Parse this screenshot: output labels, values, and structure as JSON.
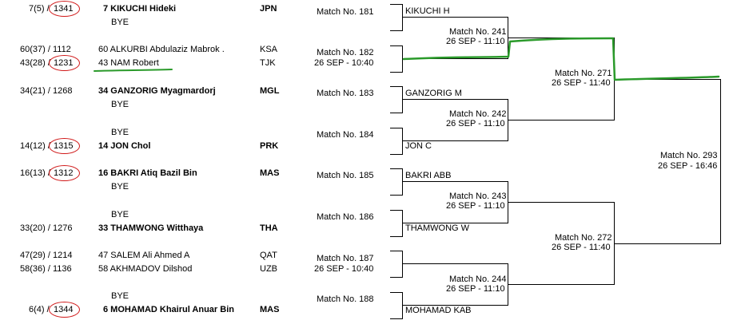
{
  "entries": [
    {
      "seed": "7(5) /",
      "rating": "1341",
      "name": "7 KIKUCHI Hideki",
      "country": "JPN",
      "bold": true
    },
    {
      "bye": "BYE"
    },
    {
      "seed": "60(37) / 1112",
      "name": "60 ALKURBI Abdulaziz Mabrok .",
      "country": "KSA"
    },
    {
      "seed": "43(28) /",
      "rating": "1231",
      "name": "43 NAM Robert",
      "country": "TJK"
    },
    {
      "seed": "34(21) / 1268",
      "name": "34 GANZORIG Myagmardorj",
      "country": "MGL",
      "bold": true
    },
    {
      "bye": "BYE"
    },
    {
      "bye": "BYE"
    },
    {
      "seed": "14(12) /",
      "rating": "1315",
      "name": "14 JON Chol",
      "country": "PRK",
      "bold": true
    },
    {
      "seed": "16(13) /",
      "rating": "1312",
      "name": "16 BAKRI Atiq Bazil Bin",
      "country": "MAS",
      "bold": true
    },
    {
      "bye": "BYE"
    },
    {
      "bye": "BYE"
    },
    {
      "seed": "33(20) / 1276",
      "name": "33 THAMWONG Witthaya",
      "country": "THA",
      "bold": true
    },
    {
      "seed": "47(29) / 1214",
      "name": "47 SALEM Ali Ahmed A",
      "country": "QAT"
    },
    {
      "seed": "58(36) / 1136",
      "name": "58 AKHMADOV Dilshod",
      "country": "UZB"
    },
    {
      "bye": "BYE"
    },
    {
      "seed": "6(4) /",
      "rating": "1344",
      "name": "6 MOHAMAD Khairul Anuar Bin",
      "country": "MAS",
      "bold": true
    }
  ],
  "round1": [
    {
      "match": "Match No. 181",
      "time": "",
      "winner": "KIKUCHI H"
    },
    {
      "match": "Match No. 182",
      "time": "26 SEP - 10:40",
      "winner": ""
    },
    {
      "match": "Match No. 183",
      "time": "",
      "winner": "GANZORIG M"
    },
    {
      "match": "Match No. 184",
      "time": "",
      "winner": "JON C"
    },
    {
      "match": "Match No. 185",
      "time": "",
      "winner": "BAKRI ABB"
    },
    {
      "match": "Match No. 186",
      "time": "",
      "winner": "THAMWONG W"
    },
    {
      "match": "Match No. 187",
      "time": "26 SEP - 10:40",
      "winner": ""
    },
    {
      "match": "Match No. 188",
      "time": "",
      "winner": "MOHAMAD KAB"
    }
  ],
  "round2": [
    {
      "match": "Match No. 241",
      "time": "26 SEP - 11:10"
    },
    {
      "match": "Match No. 242",
      "time": "26 SEP - 11:10"
    },
    {
      "match": "Match No. 243",
      "time": "26 SEP - 11:10"
    },
    {
      "match": "Match No. 244",
      "time": "26 SEP - 11:10"
    }
  ],
  "round3": [
    {
      "match": "Match No. 271",
      "time": "26 SEP - 11:40"
    },
    {
      "match": "Match No. 272",
      "time": "26 SEP - 11:40"
    }
  ],
  "round4": [
    {
      "match": "Match No. 293",
      "time": "26 SEP - 16:46"
    }
  ],
  "colors": {
    "annotation_circle": "#d01818",
    "annotation_highlight": "#2a9a2a",
    "lines": "#000000"
  }
}
